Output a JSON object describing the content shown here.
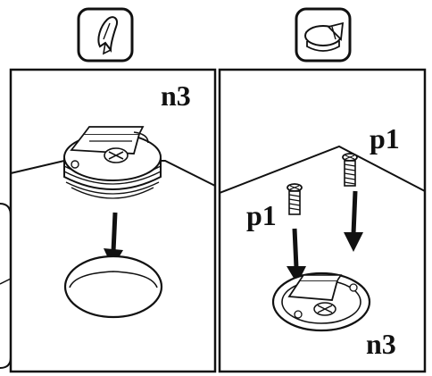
{
  "panels": [
    {
      "icon": "pencil-mark-icon",
      "label": "n3"
    },
    {
      "icon": "rotation-arrow-icon",
      "labels": [
        "p1",
        "p1",
        "n3"
      ]
    }
  ],
  "colors": {
    "ink": "#111111",
    "paper": "#ffffff",
    "shade": "#9a9a9a"
  }
}
